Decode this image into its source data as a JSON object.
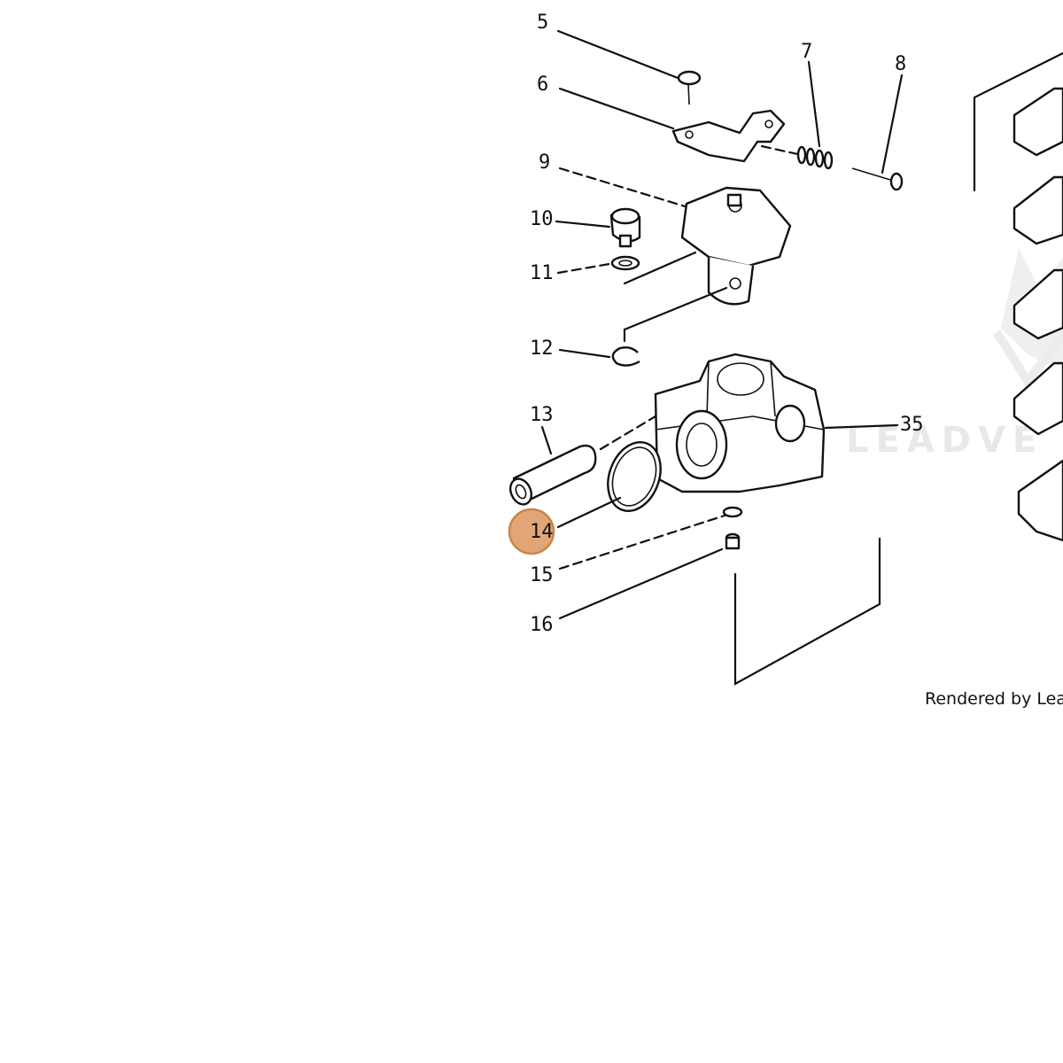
{
  "diagram": {
    "callouts": {
      "c5": "5",
      "c6": "6",
      "c7": "7",
      "c8": "8",
      "c9": "9",
      "c10": "10",
      "c11": "11",
      "c12": "12",
      "c13": "13",
      "c14": "14",
      "c15": "15",
      "c16": "16",
      "c35": "35"
    },
    "highlighted_callout": "14",
    "highlight_color": "#e2a676",
    "highlight_border_color": "#c98547",
    "watermark": "LEADVE",
    "credit": "Rendered by LeadV"
  }
}
